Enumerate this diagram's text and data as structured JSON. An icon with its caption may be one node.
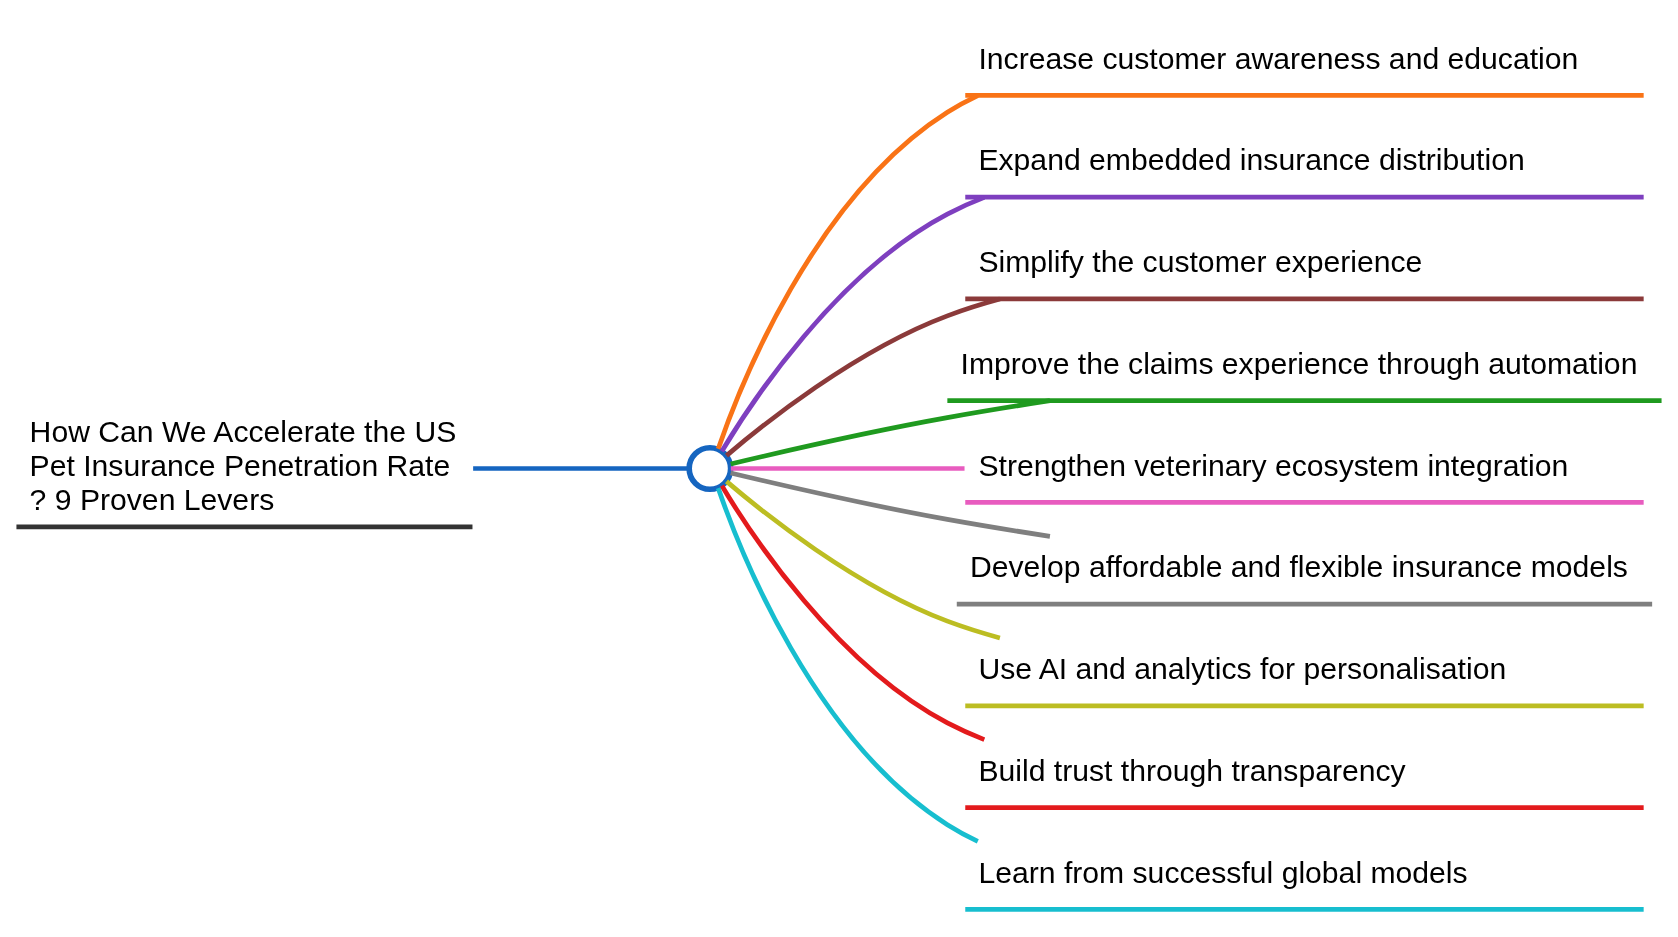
{
  "diagram": {
    "nodes": [
      {
        "text": [
          "How Can We Accelerate the US Pet Insurance Penetration Rate ? 9 Proven Levers"
        ]
      },
      {
        "text": [],
        "shape": "circle"
      },
      {
        "text": [
          "Increase customer awareness and education"
        ]
      },
      {
        "text": [
          "Expand embedded insurance distribution"
        ]
      },
      {
        "text": [
          "Simplify the customer experience"
        ]
      },
      {
        "text": [
          "Improve the claims experience through automation"
        ]
      },
      {
        "text": [
          "Strengthen veterinary ecosystem integration"
        ]
      },
      {
        "text": [
          "Develop affordable and flexible insurance models"
        ]
      },
      {
        "text": [
          "Use AI and analytics for personalisation"
        ]
      },
      {
        "text": [
          "Build trust through transparency"
        ]
      },
      {
        "text": [
          "Learn from successful global models"
        ]
      }
    ],
    "edges": [
      {
        "from": 0,
        "to": 1,
        "arrow": "none",
        "color": "#1565c0"
      },
      {
        "from": 1,
        "to": 2,
        "arrow": "none",
        "color": "#f97316"
      },
      {
        "from": 1,
        "to": 3,
        "arrow": "none",
        "color": "#7e3fbf"
      },
      {
        "from": 1,
        "to": 4,
        "arrow": "none",
        "color": "#8b3a3a"
      },
      {
        "from": 1,
        "to": 5,
        "arrow": "none",
        "color": "#1f9a1f"
      },
      {
        "from": 1,
        "to": 6,
        "arrow": "none",
        "color": "#e85cbf"
      },
      {
        "from": 1,
        "to": 7,
        "arrow": "none",
        "color": "#7f7f7f"
      },
      {
        "from": 1,
        "to": 8,
        "arrow": "none",
        "color": "#bcbd22"
      },
      {
        "from": 1,
        "to": 9,
        "arrow": "none",
        "color": "#e31a1c"
      },
      {
        "from": 1,
        "to": 10,
        "arrow": "none",
        "color": "#17becf"
      }
    ]
  }
}
